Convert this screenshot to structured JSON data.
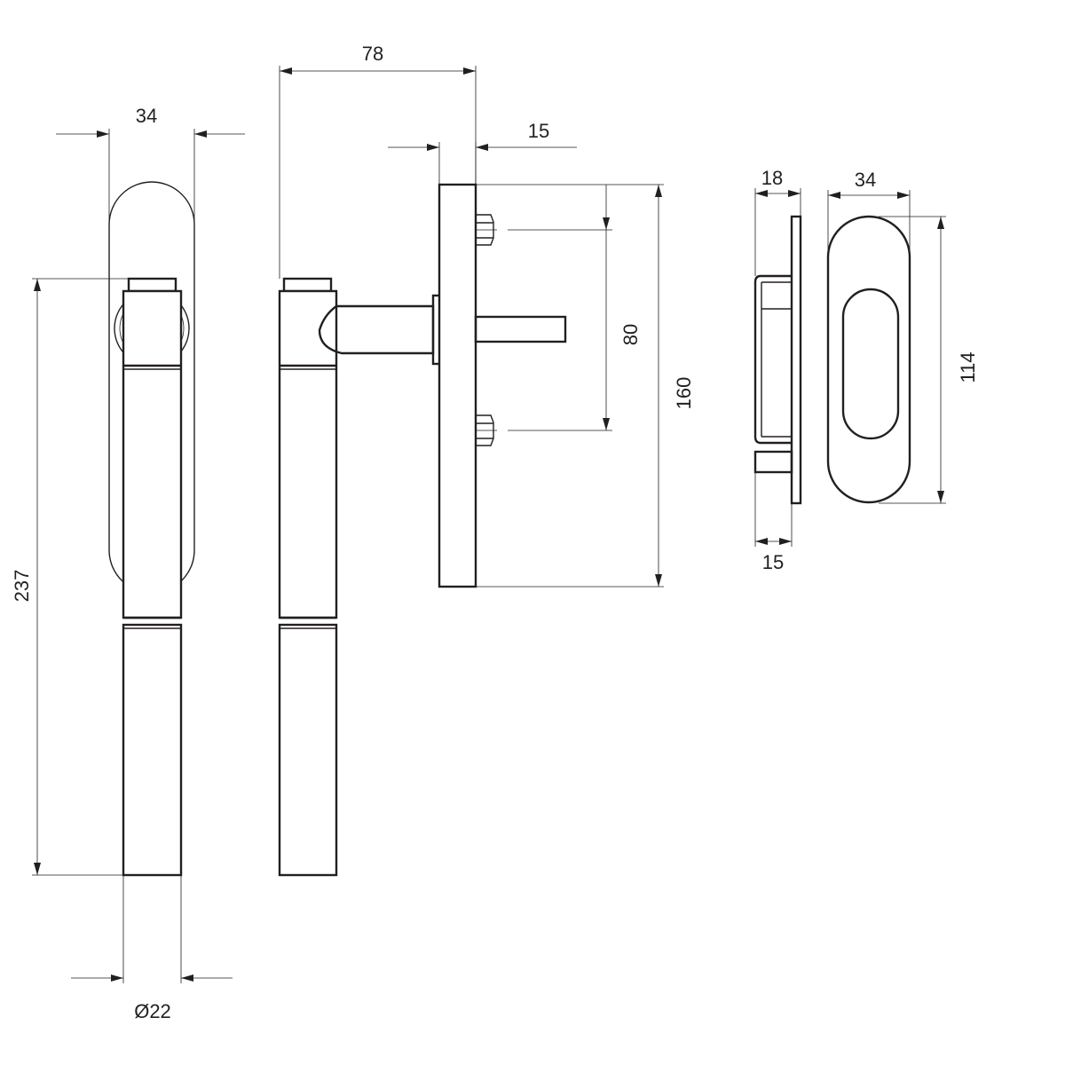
{
  "dimensions": {
    "front_width": "34",
    "total_height": "237",
    "diameter": "Ø22",
    "projection": "78",
    "rose_depth": "15",
    "screw_spacing": "80",
    "rose_height": "160",
    "pull_depth": "18",
    "pull_plate": "15",
    "pull_width": "34",
    "pull_height": "114"
  }
}
